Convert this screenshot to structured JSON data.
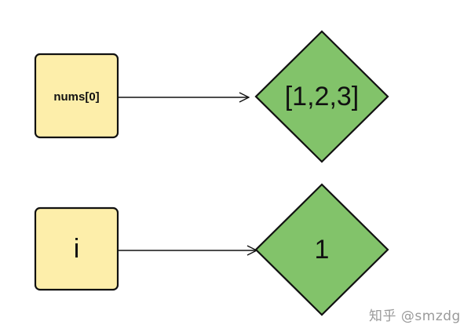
{
  "colors": {
    "variable_box_fill": "#fdeeaa",
    "value_diamond_fill": "#82c36a",
    "stroke": "#111111"
  },
  "nodes": {
    "var1": {
      "label": "nums[0]"
    },
    "value1": {
      "label": "[1,2,3]"
    },
    "var2": {
      "label": "i"
    },
    "value2": {
      "label": "1"
    }
  },
  "watermark": {
    "text": "知乎 @smzdg"
  }
}
